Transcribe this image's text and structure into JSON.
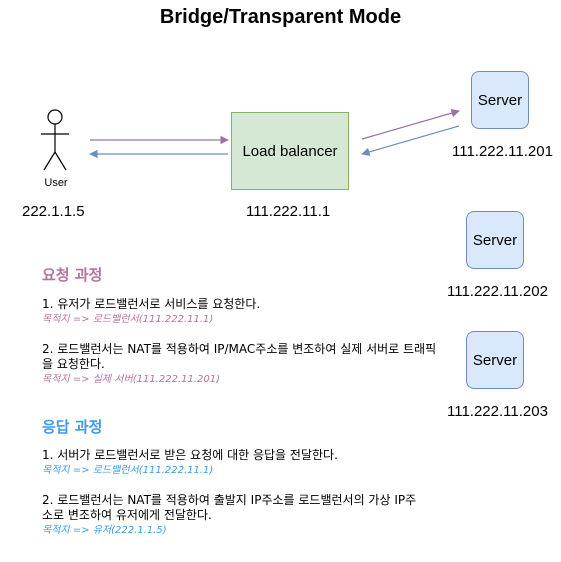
{
  "title": "Bridge/Transparent Mode",
  "user": {
    "label": "User",
    "ip": "222.1.1.5"
  },
  "load_balancer": {
    "label": "Load balancer",
    "ip": "111.222.11.1"
  },
  "servers": [
    {
      "label": "Server",
      "ip": "111.222.11.201"
    },
    {
      "label": "Server",
      "ip": "111.222.11.202"
    },
    {
      "label": "Server",
      "ip": "111.222.11.203"
    }
  ],
  "colors": {
    "request_arrow": "#9673a6",
    "response_arrow": "#6c8ebf",
    "lb_fill": "#d5e8d4",
    "server_fill": "#dae8fc",
    "request_heading": "#b5739d",
    "response_heading": "#3d9be9"
  },
  "request": {
    "heading": "요청 과정",
    "steps": [
      {
        "text": "1. 유저가 로드밸런서로 서비스를 요청한다.",
        "dest": "목적지 => 로드밸런서(111.222.11.1)"
      },
      {
        "text": "2. 로드밸런서는 NAT를 적용하여 IP/MAC주소를 변조하여 실제 서버로 트래픽을 요청한다.",
        "dest": "목적지 => 실제 서버(111.222.11.201)"
      }
    ]
  },
  "response": {
    "heading": "응답 과정",
    "steps": [
      {
        "text": "1. 서버가 로드밸런서로 받은 요청에 대한 응답을 전달한다.",
        "dest": "목적지 => 로드밸런서(111.222.11.1)"
      },
      {
        "text": "2. 로드밸런서는 NAT를 적용하여 출발지 IP주소를 로드밸런서의 가상 IP주소로 변조하여 유저에게 전달한다.",
        "dest": "목적지 => 유저(222.1.1.5)"
      }
    ]
  }
}
